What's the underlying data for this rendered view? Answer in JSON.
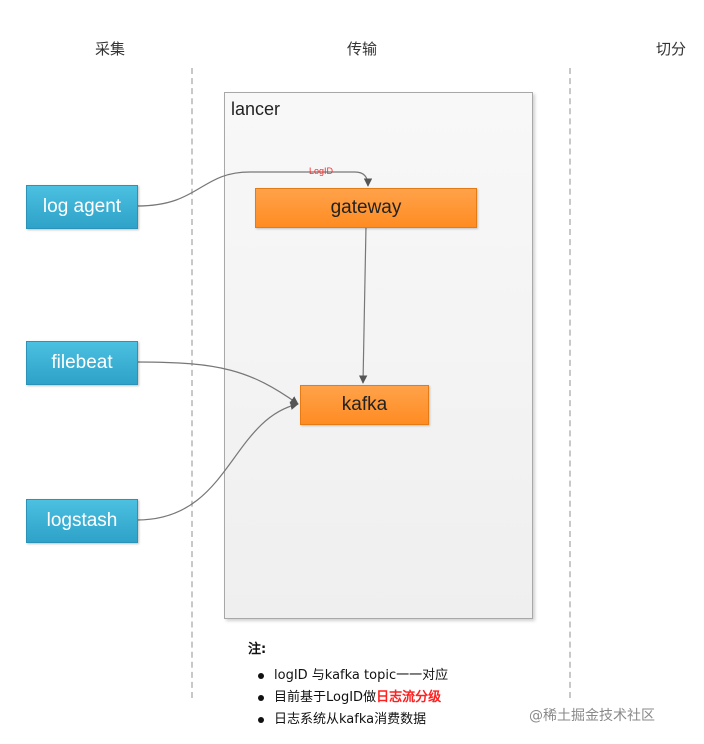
{
  "columns": {
    "collect": "采集",
    "transport": "传输",
    "split": "切分"
  },
  "lancer": {
    "title": "lancer"
  },
  "sources": [
    {
      "label": "log agent"
    },
    {
      "label": "filebeat"
    },
    {
      "label": "logstash"
    }
  ],
  "nodes": {
    "gateway": "gateway",
    "kafka": "kafka"
  },
  "edge_labels": {
    "logid": "LogID"
  },
  "notes": {
    "title": "注:",
    "item1": "logID 与kafka topic一一对应",
    "item2_prefix": "目前基于LogID做",
    "item2_highlight": "日志流分级",
    "item3": "日志系统从kafka消费数据"
  },
  "watermark": "@稀土掘金技术社区",
  "colors": {
    "source_fill": "#2ea2c8",
    "node_fill": "#ff8c22",
    "highlight": "#ff2020"
  }
}
